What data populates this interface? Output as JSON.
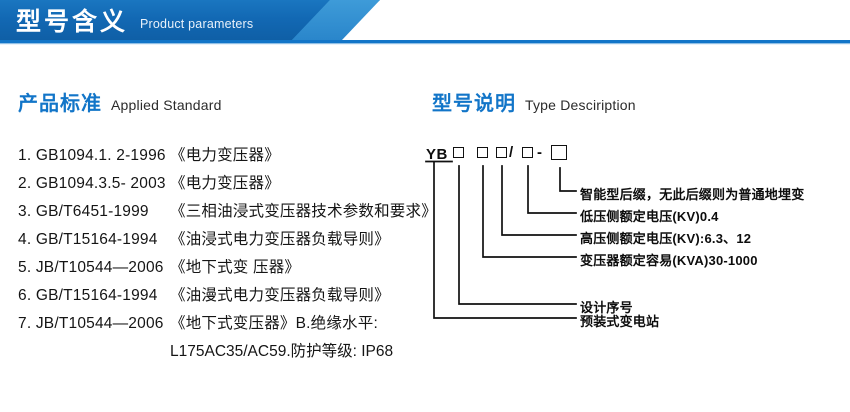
{
  "banner": {
    "title_cn": "型号含义",
    "title_en": "Product parameters",
    "color_dark": "#1268b3",
    "color_light": "#2f8ed0",
    "rule_color": "#1275c8"
  },
  "standards": {
    "heading_cn": "产品标准",
    "heading_en": "Applied Standard",
    "items": [
      {
        "code": "1. GB1094.1. 2-1996",
        "name": "《电力变压器》"
      },
      {
        "code": "2. GB1094.3.5- 2003",
        "name": "《电力变压器》"
      },
      {
        "code": "3. GB/T6451-1999",
        "name": "《三相油浸式变压器技术参数和要求》"
      },
      {
        "code": "4. GB/T15164-1994",
        "name": "《油浸式电力变压器负载导则》"
      },
      {
        "code": "5. JB/T10544—2006",
        "name": "《地下式变 压器》"
      },
      {
        "code": "6. GB/T15164-1994",
        "name": "《油漫式电力变压器负载导则》"
      },
      {
        "code": "7. JB/T10544—2006",
        "name": "《地下式变压器》B.绝缘水平:"
      }
    ],
    "continuation": "L175AC35/AC59.防护等级: IP68"
  },
  "type_description": {
    "heading_cn": "型号说明",
    "heading_en": "Type Desciription",
    "code": {
      "prefix": "YB",
      "slash": "/",
      "dash": "-",
      "placeholder": "□"
    },
    "callouts": [
      {
        "id": "suffix",
        "text": "智能型后缀，无此后缀则为普通地埋变"
      },
      {
        "id": "lv-voltage",
        "text": "低压侧额定电压(KV)0.4"
      },
      {
        "id": "hv-voltage",
        "text": "高压侧额定电压(KV):6.3、12"
      },
      {
        "id": "capacity",
        "text": "变压器额定容易(KVA)30-1000"
      },
      {
        "id": "design-seq",
        "text": "设计序号"
      },
      {
        "id": "substation",
        "text": "预装式变电站"
      }
    ]
  }
}
